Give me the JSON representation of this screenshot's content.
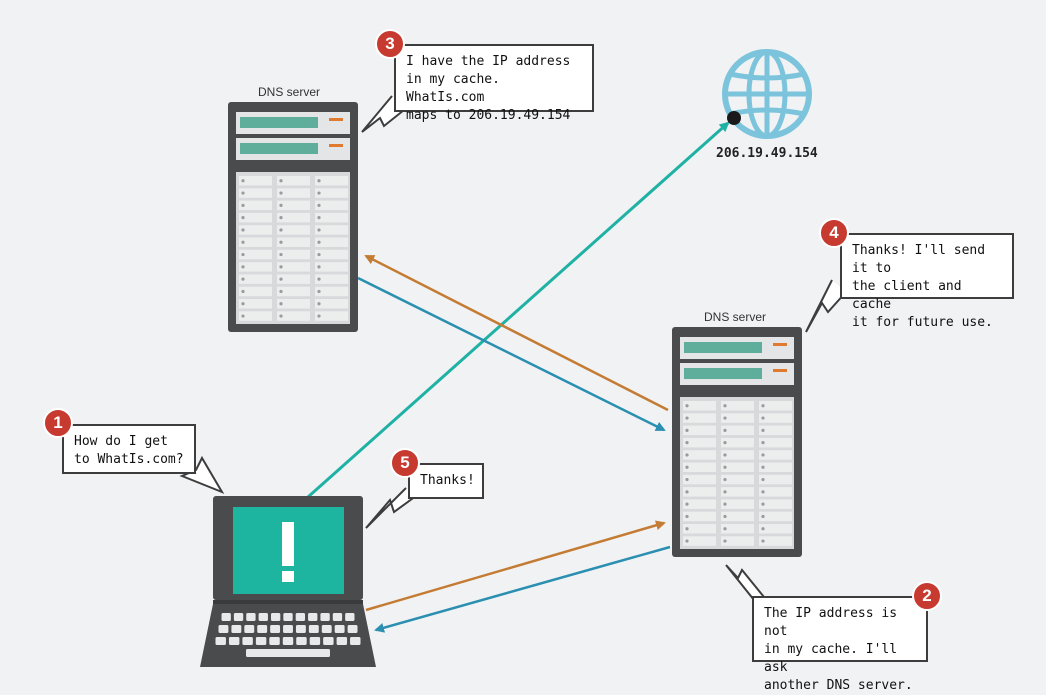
{
  "labels": {
    "dns_server_top": "DNS server",
    "dns_server_right": "DNS server",
    "ip_address": "206.19.49.154"
  },
  "steps": [
    {
      "number": "1",
      "text": "How do I get\nto WhatIs.com?"
    },
    {
      "number": "2",
      "text": "The IP address is not\nin my cache. I'll ask\nanother DNS server."
    },
    {
      "number": "3",
      "text": "I have the IP address\nin my cache. WhatIs.com\nmaps to 206.19.49.154"
    },
    {
      "number": "4",
      "text": "Thanks! I'll send it to\nthe client and cache\nit for future use."
    },
    {
      "number": "5",
      "text": "Thanks!"
    }
  ],
  "colors": {
    "background": "#f1f2f4",
    "server_body": "#4a4b4d",
    "screen_teal": "#1db5a0",
    "arrow_teal": "#20b1a5",
    "arrow_blue": "#2a8fb0",
    "arrow_orange": "#c47c34",
    "globe": "#7cc4dc",
    "badge_red": "#c63a30",
    "accent_orange": "#e07a2e"
  },
  "icons": {
    "globe": "globe-icon",
    "laptop": "laptop-icon",
    "server": "server-icon",
    "exclamation": "exclamation-icon"
  }
}
